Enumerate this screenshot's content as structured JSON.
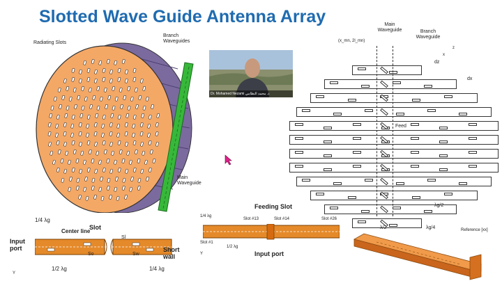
{
  "slide": {
    "title": "Slotted Wave Guide Antenna Array"
  },
  "left_figure": {
    "radiating_slots": "Radiating Slots",
    "branch_waveguides": "Branch Waveguides",
    "main_waveguide": "Main Waveguide"
  },
  "video": {
    "caption": "Dr. Mohamed Nezami  د. محمد النظامي"
  },
  "right_figure": {
    "main_waveguide": "Main Waveguide",
    "branch_waveguide": "Branch Waveguide",
    "coord": "(x_mn, 2l_mn)",
    "axis_z": "z",
    "axis_x": "x",
    "dz": "dz",
    "dx": "dx",
    "feed": "Feed",
    "lambda_g_half": "λg/2",
    "lambda_half": "λ/2",
    "lambda_g_quarter": "λg/4",
    "reference": "Reference [xx]"
  },
  "bottom_left": {
    "quarter_top": "1/4 λg",
    "center_line": "Center line",
    "slot": "Slot",
    "input_port": "Input port",
    "short_wall": "Short wall",
    "s_l": "Sl",
    "s_o": "So",
    "s_w": "Sw",
    "half_bottom": "1/2 λg",
    "quarter_bottom": "1/4 λg",
    "axis": "Y"
  },
  "bottom_center": {
    "feeding_slot": "Feeding Slot",
    "slot_13": "Slot #13",
    "slot_14": "Slot #14",
    "slot_26": "Slot #26",
    "slot_1": "Slot #1",
    "quarter": "1/4 λg",
    "half": "1/2 λg",
    "input_port": "Input port",
    "axis": "Y"
  },
  "colors": {
    "title": "#1f6bb0",
    "disk": "#f4a866",
    "branch": "#7b6a9e",
    "main_guide": "#37b83a",
    "strip": "#e58a2a"
  }
}
